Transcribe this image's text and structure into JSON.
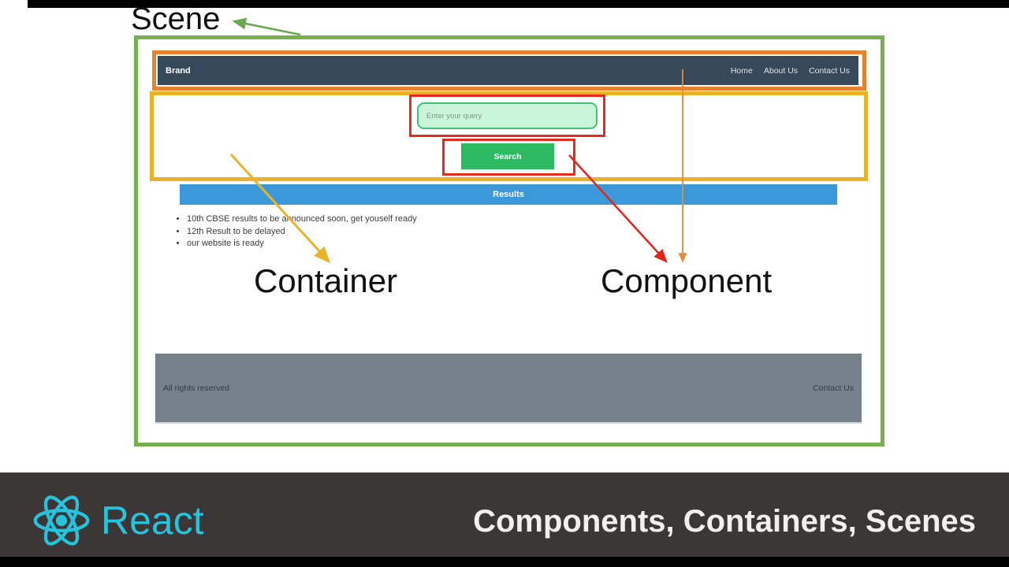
{
  "slide": {
    "title": "Components, Containers, Scenes",
    "brand": "React"
  },
  "labels": {
    "scene": "Scene",
    "container": "Container",
    "component": "Component"
  },
  "mockup": {
    "navbar": {
      "brand": "Brand",
      "menu_items": [
        "Home",
        "About Us",
        "Contact Us"
      ]
    },
    "search": {
      "placeholder": "Enter your query",
      "button_label": "Search"
    },
    "results": {
      "header": "Results",
      "items": [
        "10th CBSE results to be announced soon, get youself ready",
        "12th Result to be delayed",
        "our website is ready"
      ]
    },
    "footer": {
      "left": "All rights reserved",
      "right": "Contact Us"
    }
  },
  "icons": {
    "react_logo": "react-atom-icon"
  },
  "colors": {
    "scene_outline": "#77b04e",
    "container_outline": "#eab229",
    "component_outline_navbar": "#e8812c",
    "component_outline_search": "#e52b1e",
    "navbar_bg": "#36485a",
    "results_bar_bg": "#3b99d9",
    "search_button_bg": "#2eba62",
    "search_input_bg": "#c8f5d8",
    "footer_bg": "#76818c",
    "title_bar_bg": "#3b3737",
    "react_cyan": "#27c3dd"
  }
}
